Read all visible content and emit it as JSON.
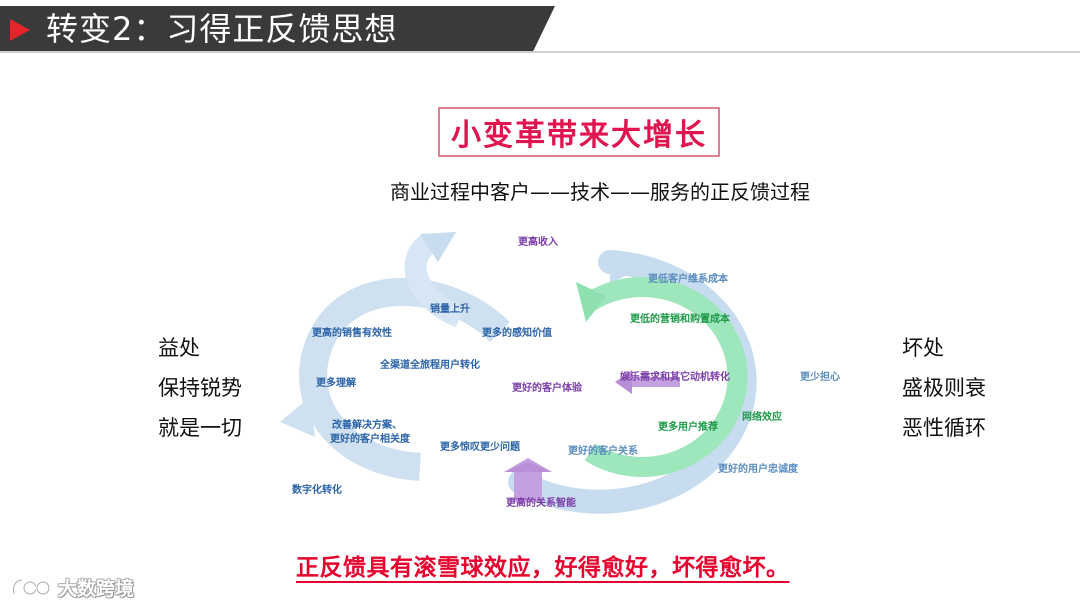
{
  "header": {
    "title": "转变2：习得正反馈思想"
  },
  "main": {
    "boxed_title": "小变革带来大增长",
    "subtitle": "商业过程中客户——技术——服务的正反馈过程",
    "bottom_statement": "正反馈具有滚雪球效应，好得愈好，坏得愈坏。"
  },
  "left_panel": {
    "items": [
      "益处",
      "保持锐势",
      "就是一切"
    ]
  },
  "right_panel": {
    "items": [
      "坏处",
      "盛极则衰",
      "恶性循环"
    ]
  },
  "diagram": {
    "labels": {
      "higher_income": "更高收入",
      "lower_maintenance": "更低客户维系成本",
      "sales_up": "销量上升",
      "higher_sales_eff": "更高的销售有效性",
      "more_perceived_value": "更多的感知价值",
      "lower_marketing_cost": "更低的营销和购置成本",
      "omnichannel": "全渠道全旅程用户转化",
      "more_understanding": "更多理解",
      "better_experience": "更好的客户体验",
      "entertainment": "娱乐需求和其它动机转化",
      "less_worry": "更少担心",
      "network_effect": "网络效应",
      "solutions": "改善解决方案、",
      "relevance": "更好的客户相关度",
      "more_recommend": "更多用户推荐",
      "more_surprise": "更多惊叹更少问题",
      "better_relationship": "更好的客户关系",
      "better_loyalty": "更好的用户忠诚度",
      "digitalization": "数字化转化",
      "relationship_intel": "更高的关系智能"
    }
  },
  "watermark": {
    "text": "大数跨境"
  },
  "colors": {
    "accent_red": "#e5002d",
    "title_pink": "#e0144f",
    "header_dark": "#3a3a3a",
    "loop_blue": "#b9d3ea",
    "loop_green": "#8fe0b0",
    "arrow_purple": "#b98ed6"
  }
}
